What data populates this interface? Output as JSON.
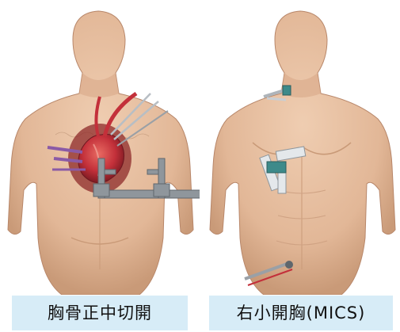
{
  "panels": [
    {
      "caption": "胸骨正中切開"
    },
    {
      "caption": "右小開胸(MICS)"
    }
  ],
  "colors": {
    "skin": "#e7c1a2",
    "skin_shadow": "#c99a78",
    "caption_bg": "#d7ecf7",
    "heart": "#c3303a",
    "retractor": "#8f969c",
    "tube": "#8a5aa6"
  },
  "icons": [
    "torso-illustration",
    "heart-illustration",
    "retractor-illustration",
    "port-instrument-illustration"
  ]
}
